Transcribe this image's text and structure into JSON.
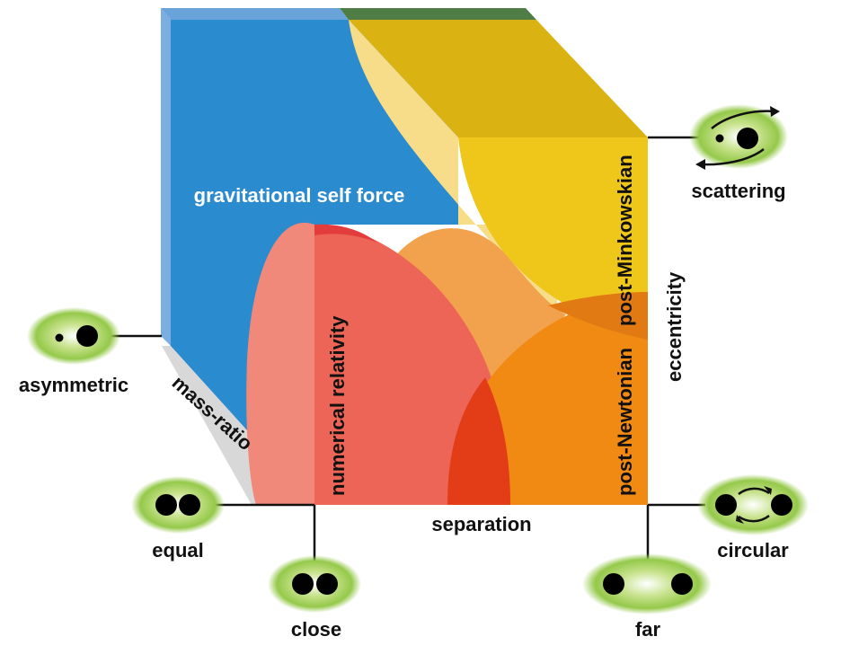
{
  "regions": {
    "gravitational_self_force": "gravitational self force",
    "numerical_relativity": "numerical relativity",
    "post_newtonian": "post-Newtonian",
    "post_minkowskian": "post-Minkowskian"
  },
  "axes": {
    "mass_ratio": "mass-ratio",
    "separation": "separation",
    "eccentricity": "eccentricity"
  },
  "endpoints": {
    "asymmetric": "asymmetric",
    "equal": "equal",
    "close": "close",
    "far": "far",
    "circular": "circular",
    "scattering": "scattering"
  },
  "colors": {
    "self_force_blue": "#2b8bcf",
    "numerical_relativity_red": "#ec6557",
    "post_newtonian_orange": "#f08a12",
    "post_minkowskian_yellow": "#efc61a",
    "top_face_gold": "#dab313",
    "icon_green": "#9bcb4a"
  }
}
